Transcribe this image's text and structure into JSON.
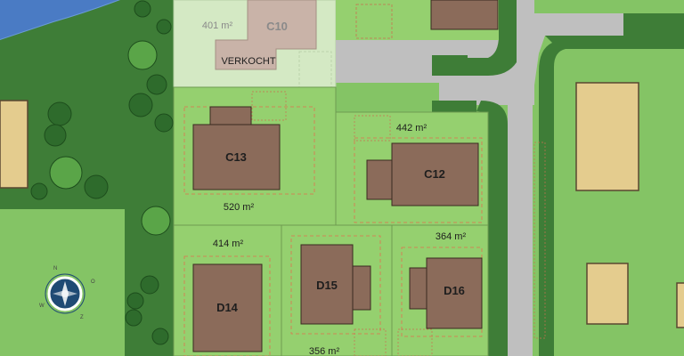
{
  "plan": {
    "lots": [
      {
        "id": "C10",
        "area": "401 m²",
        "status": "VERKOCHT"
      },
      {
        "id": "C13",
        "area": "520 m²"
      },
      {
        "id": "C12",
        "area": "442 m²"
      },
      {
        "id": "D14",
        "area": "414 m²"
      },
      {
        "id": "D15",
        "area": "356 m²"
      },
      {
        "id": "D16",
        "area": "364 m²"
      }
    ],
    "compass": {
      "n": "N",
      "o": "O",
      "z": "Z",
      "w": "W"
    }
  },
  "colors": {
    "lawn": "#84c465",
    "lot": "#95d06f",
    "sold_lot": "#d4e9c4",
    "dark_green": "#3e7d37",
    "mid_green": "#5a9e48",
    "road": "#bfbfbf",
    "water": "#4a7bc4",
    "house": "#8b6b5a",
    "sold_house": "#c9b3a8",
    "neighbour_house": "#e4cc8e",
    "compass": "#1f4a74",
    "lot_line": "#e0724f"
  }
}
